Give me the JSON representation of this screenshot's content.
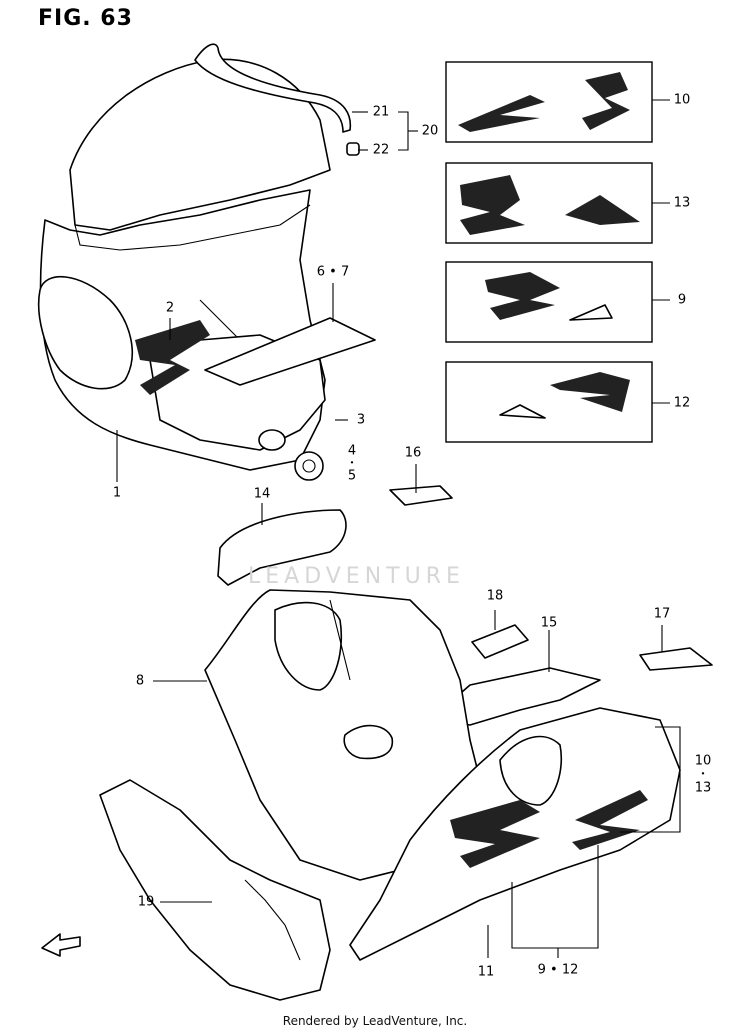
{
  "header": {
    "figure_label": "FIG. 63"
  },
  "footer": {
    "credit": "Rendered by LeadVenture, Inc."
  },
  "watermark": {
    "text": "LEADVENTURE"
  },
  "callouts": [
    {
      "id": "c21",
      "text": "21"
    },
    {
      "id": "c22",
      "text": "22"
    },
    {
      "id": "c20",
      "text": "20"
    },
    {
      "id": "c10a",
      "text": "10"
    },
    {
      "id": "c13a",
      "text": "13"
    },
    {
      "id": "c9a",
      "text": "9"
    },
    {
      "id": "c12a",
      "text": "12"
    },
    {
      "id": "c67",
      "text": "6 • 7"
    },
    {
      "id": "c2",
      "text": "2"
    },
    {
      "id": "c3",
      "text": "3"
    },
    {
      "id": "c4",
      "text": "4"
    },
    {
      "id": "c5",
      "text": "5"
    },
    {
      "id": "c1",
      "text": "1"
    },
    {
      "id": "c16",
      "text": "16"
    },
    {
      "id": "c14",
      "text": "14"
    },
    {
      "id": "c18",
      "text": "18"
    },
    {
      "id": "c15",
      "text": "15"
    },
    {
      "id": "c17",
      "text": "17"
    },
    {
      "id": "c8",
      "text": "8"
    },
    {
      "id": "c10b",
      "text": "10"
    },
    {
      "id": "c13b",
      "text": "13"
    },
    {
      "id": "c19",
      "text": "19"
    },
    {
      "id": "c11",
      "text": "11"
    },
    {
      "id": "c912",
      "text": "9 • 12"
    }
  ],
  "icons": {
    "direction_arrow": "fwd-arrow-icon"
  }
}
